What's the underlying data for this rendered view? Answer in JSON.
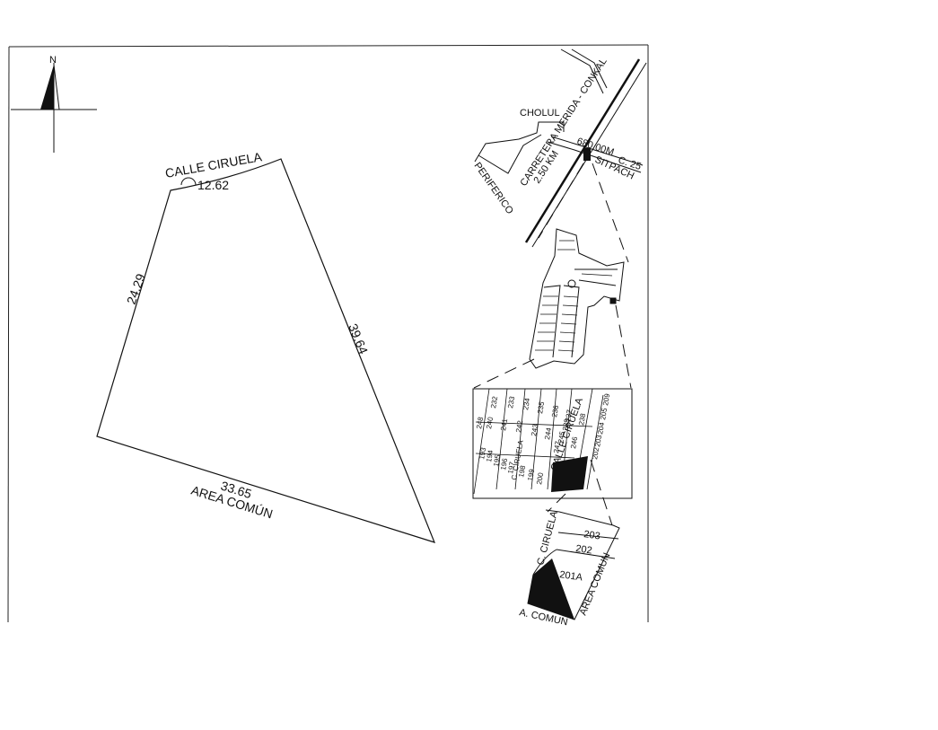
{
  "north_arrow": {
    "label": "N"
  },
  "main_lot": {
    "north_street": "CALLE CIRUELA",
    "arc_length": "12.62",
    "west_side": "24.29",
    "east_side": "39.64",
    "south_side": "33.65",
    "south_neighbor": "AREA COMÚN"
  },
  "location_map": {
    "town": "CHOLUL",
    "road_name": "CARRETERA MERIDA - CONKAL",
    "distance_1": "680.00M",
    "street_number": "C. 25",
    "distance_2": "2.50 KM",
    "place": "SITPACH",
    "ring_road": "PERIFERICO"
  },
  "block_detail": {
    "street": "CALLE CIRUELA",
    "lots": [
      "248",
      "232",
      "240",
      "233",
      "241",
      "234",
      "235",
      "242",
      "236",
      "243",
      "237",
      "244",
      "238",
      "193",
      "245",
      "239",
      "194",
      "246",
      "195",
      "C. CIRUELA",
      "196",
      "197",
      "198",
      "199",
      "200",
      "247",
      "209",
      "205",
      "204",
      "203",
      "202"
    ]
  },
  "lot_detail": {
    "street": "C. CIRUELA",
    "lot_203": "203",
    "lot_202": "202",
    "lot_201a": "201A",
    "east_label": "AREA COMUN",
    "south_label": "A. COMUN"
  },
  "colors": {
    "ink": "#111111",
    "paper": "#ffffff",
    "fill": "#000000"
  }
}
